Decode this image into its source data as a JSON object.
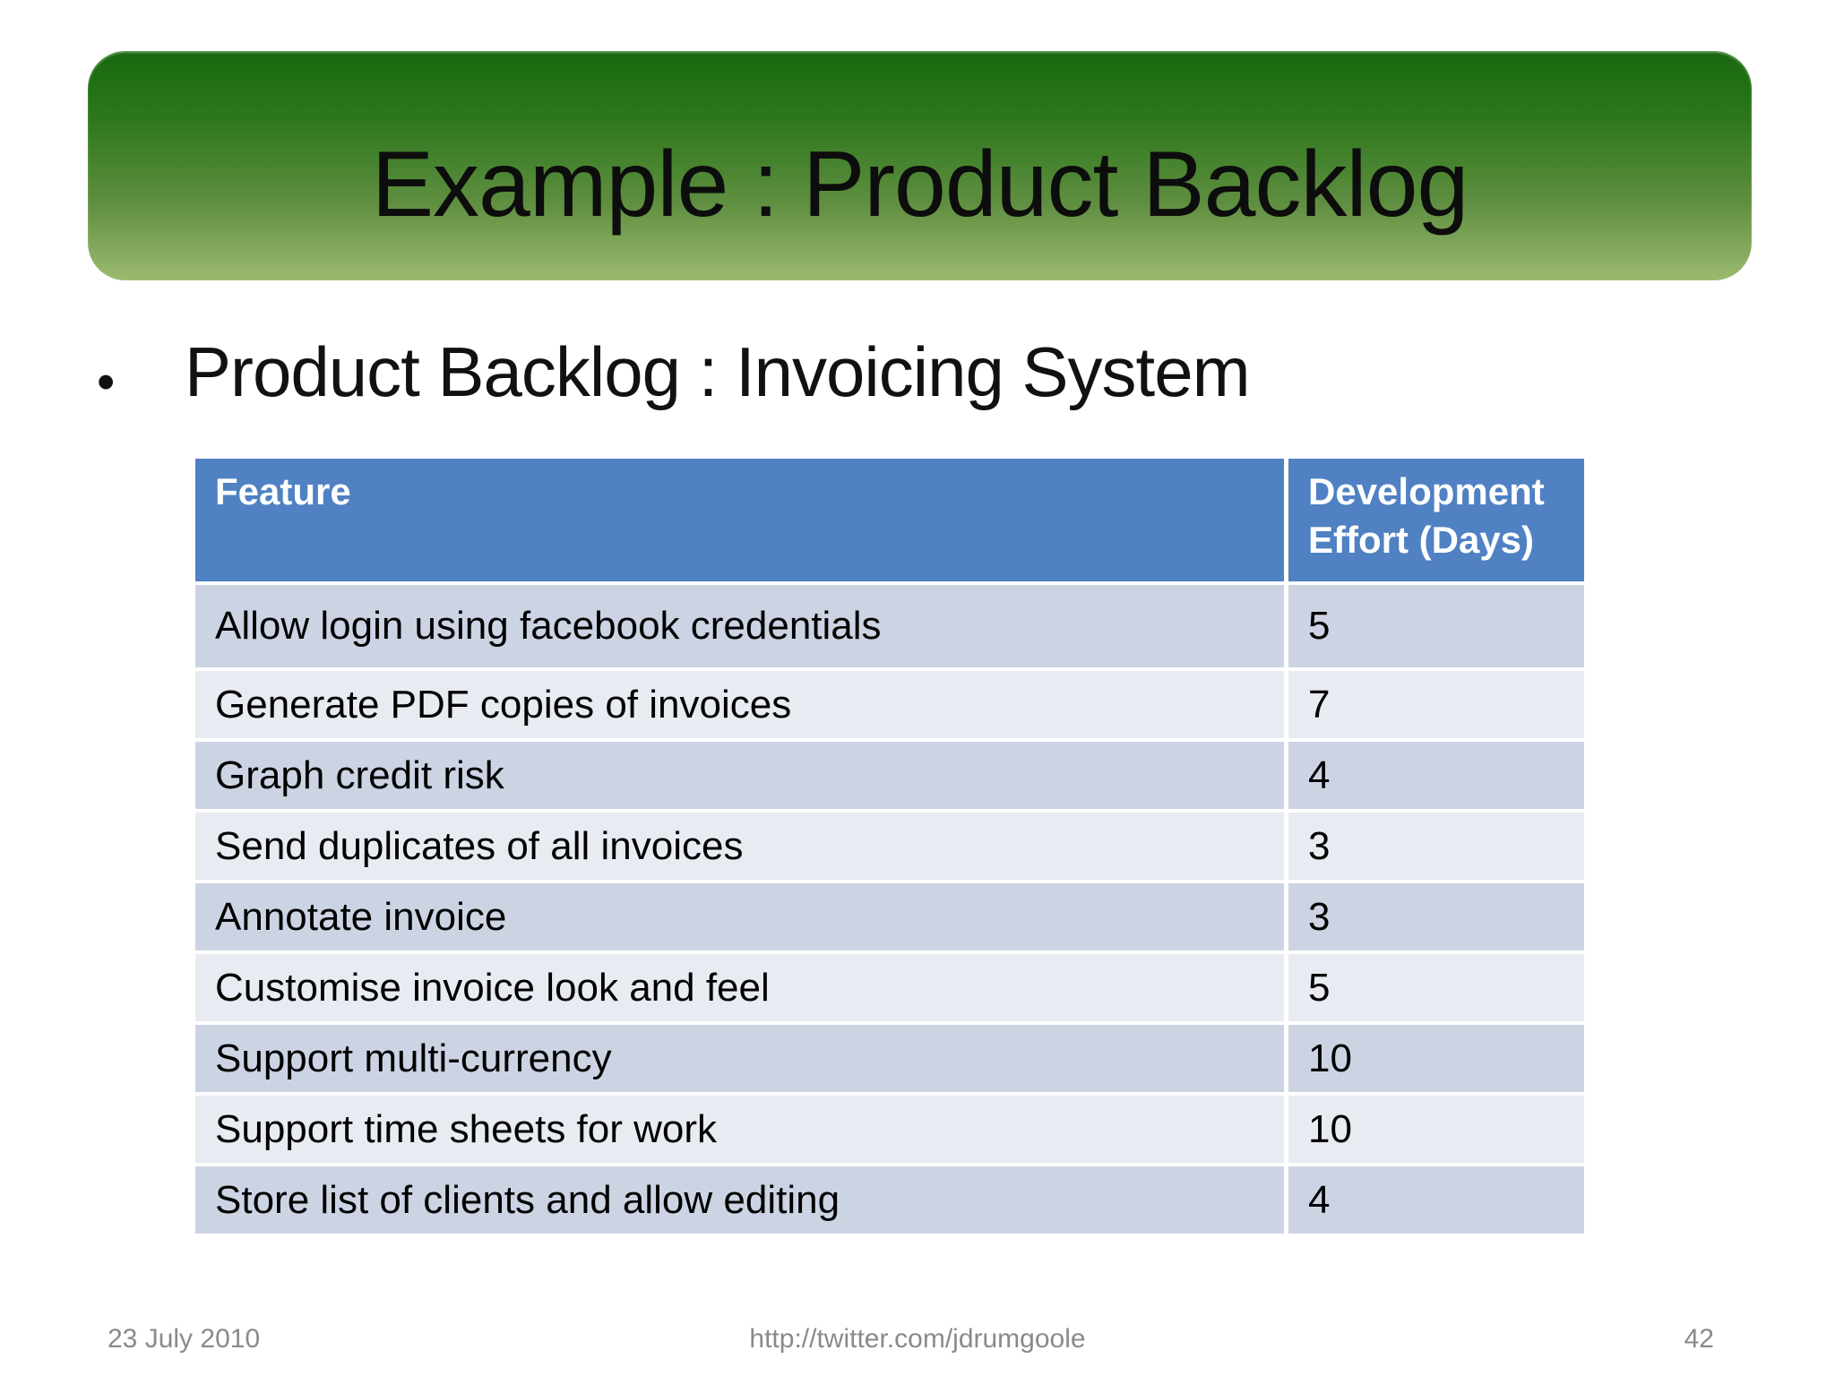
{
  "slide": {
    "title": "Example : Product Backlog",
    "bullet_text": "Product Backlog : Invoicing System",
    "footer": {
      "date": "23 July 2010",
      "center_url": "http://twitter.com/jdrumgoole",
      "slide_number": "42"
    }
  },
  "table": {
    "header": {
      "feature": "Feature",
      "effort": "Development Effort (Days)"
    },
    "rows": [
      {
        "feature": "Allow login using facebook credentials",
        "effort": "5"
      },
      {
        "feature": "Generate PDF copies of invoices",
        "effort": "7"
      },
      {
        "feature": "Graph credit risk",
        "effort": "4"
      },
      {
        "feature": "Send duplicates of all invoices",
        "effort": "3"
      },
      {
        "feature": "Annotate invoice",
        "effort": "3"
      },
      {
        "feature": "Customise invoice look and feel",
        "effort": "5"
      },
      {
        "feature": "Support multi-currency",
        "effort": "10"
      },
      {
        "feature": "Support time sheets for work",
        "effort": "10"
      },
      {
        "feature": "Store list of clients and allow editing",
        "effort": "4"
      }
    ]
  },
  "colors": {
    "banner_gradient_top": "#17680e",
    "banner_gradient_bottom": "#9cba70",
    "table_header_bg": "#4f81c3",
    "row_dark_bg": "#ccd4e4",
    "row_light_bg": "#e8ebf2",
    "footer_text": "#8a8a8a"
  }
}
